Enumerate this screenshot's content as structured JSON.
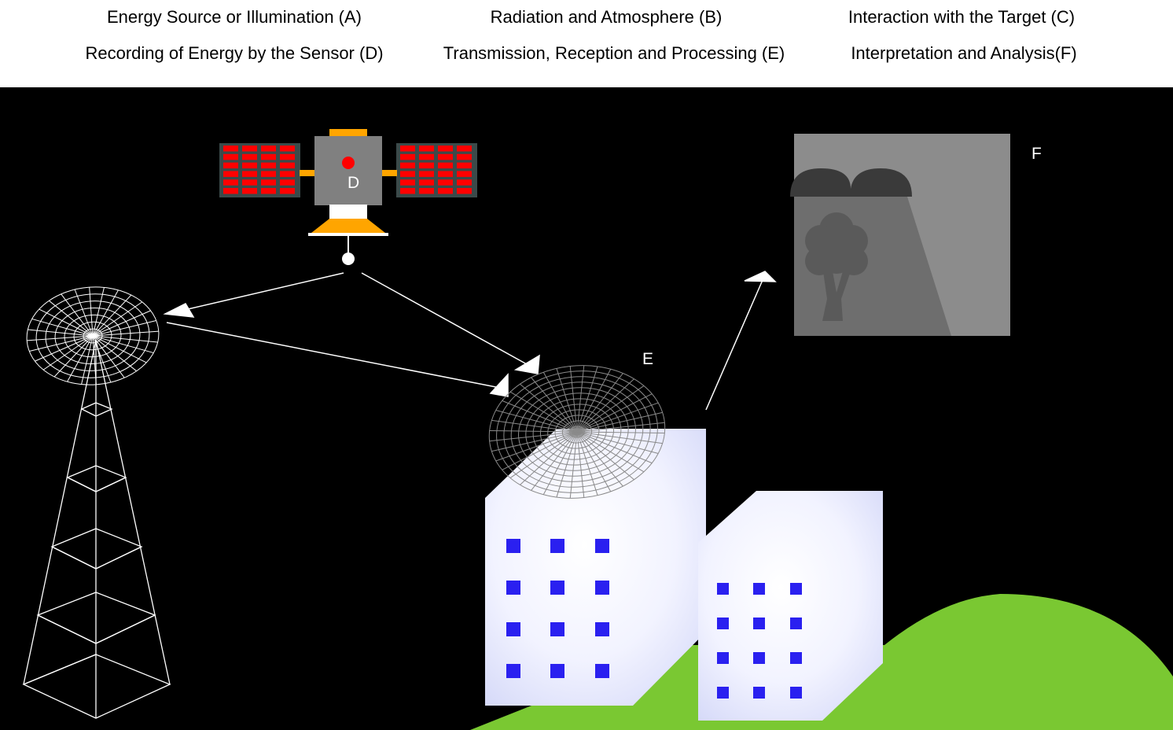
{
  "legend": {
    "items": [
      "Energy Source or Illumination (A)",
      "Radiation and Atmosphere (B)",
      "Interaction with the Target (C)",
      "Recording of Energy by the Sensor (D)",
      "Transmission, Reception and Processing (E)",
      "Interpretation and Analysis(F)"
    ]
  },
  "labels": {
    "satellite": "D",
    "receiving_station": "E",
    "analysis_image": "F"
  },
  "colors": {
    "background": "#000000",
    "legend_background": "#ffffff",
    "solar_panel_cell": "#ff0000",
    "satellite_body": "#808080",
    "satellite_trim": "#ffa500",
    "building_face": "#e4e6fc",
    "building_window": "#2a20f0",
    "ground": "#7ac832",
    "image_panel": "#8c8c8c"
  }
}
